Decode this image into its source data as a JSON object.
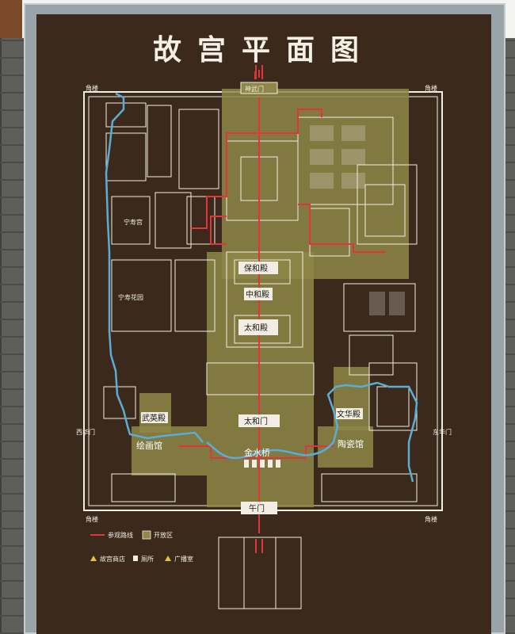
{
  "title": "故宫平面图",
  "corners": {
    "nw": "角楼",
    "ne": "角楼",
    "sw": "角楼",
    "se": "角楼"
  },
  "gates": {
    "north": "神武门",
    "south": "午门",
    "west": "西华门",
    "east": "东华门",
    "taihemen": "太和门"
  },
  "halls": {
    "baohe": "保和殿",
    "zhonghe": "中和殿",
    "taihe": "太和殿",
    "wuying": "武英殿",
    "wenhua": "文华殿",
    "ningshou": "宁寿宫",
    "garden": "宁寿花园"
  },
  "places": {
    "jinshuiqiao": "金水桥",
    "painting_hall": "绘画馆",
    "ceramics_hall": "陶瓷馆"
  },
  "legend": {
    "route": "参观路线",
    "open_area": "开放区",
    "shop": "故宫商店",
    "toilet": "厕所",
    "broadcast": "广播室"
  },
  "colors": {
    "board": "#3b2a1c",
    "open_area": "#8f8748",
    "route": "#e0353a",
    "water": "#5aaed6",
    "lines": "#f1ede4"
  }
}
